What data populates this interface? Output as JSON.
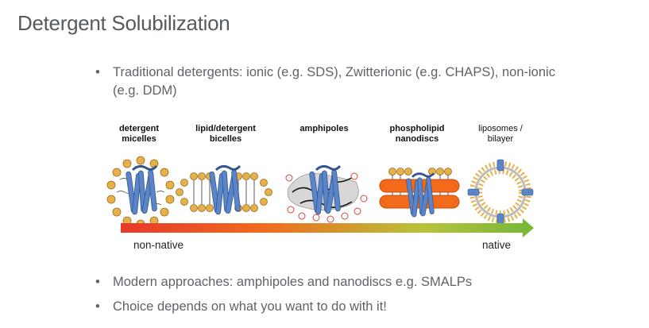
{
  "slide": {
    "title": "Detergent Solubilization",
    "bullets": [
      "Traditional detergents: ionic (e.g. SDS), Zwitterionic (e.g. CHAPS), non-ionic (e.g. DDM)",
      "Modern approaches: amphipoles and nanodiscs e.g. SMALPs",
      "Choice depends on what you want to do with it!"
    ],
    "bullet_glyph": "•"
  },
  "figure": {
    "panels": [
      {
        "line1": "detergent",
        "line2": "micelles"
      },
      {
        "line1": "lipid/detergent",
        "line2": "bicelles"
      },
      {
        "line1": "amphipoles",
        "line2": ""
      },
      {
        "line1": "phospholipid",
        "line2": "nanodiscs"
      },
      {
        "line1": "liposomes /",
        "line2": "bilayer"
      }
    ],
    "scale": {
      "left_label": "non-native",
      "right_label": "native",
      "colors": [
        "#e8382a",
        "#f06a1e",
        "#9cc23a",
        "#7ab83a"
      ]
    },
    "colors": {
      "protein": "#5a86c9",
      "lipid_head": "#e6b04a",
      "nanodisc_belt": "#f26a1a",
      "amphipol_charge": "#d9443a"
    }
  }
}
